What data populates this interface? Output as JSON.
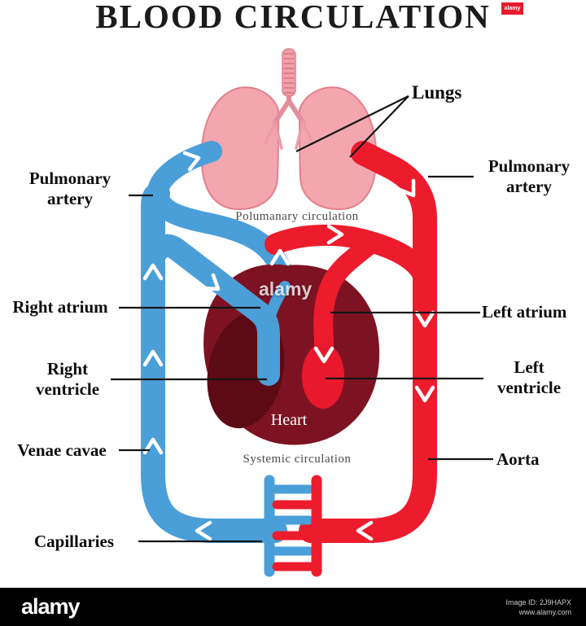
{
  "title": "BLOOD CIRCULATION",
  "diagram": {
    "labels": {
      "lungs": "Lungs",
      "pulmonary_artery_left": "Pulmonary artery",
      "pulmonary_artery_right": "Pulmonary artery",
      "pulmonary_circulation": "Polumanary circulation",
      "right_atrium": "Right atrium",
      "left_atrium": "Left atrium",
      "right_ventricle": "Right ventricle",
      "left_ventricle": "Left ventricle",
      "heart": "Heart",
      "venae_cavae": "Venae cavae",
      "systemic_circulation": "Systemic circulation",
      "aorta": "Aorta",
      "capillaries": "Capillaries"
    },
    "colors": {
      "vein_blue": "#4A9FD8",
      "artery_red": "#EC1C2D",
      "heart_dark": "#7D1322",
      "heart_inner": "#5C0A16",
      "lung_pink": "#F4A6AF",
      "lung_outline": "#E2808D",
      "label_text": "#0D0D0D",
      "caption_text": "#4A4A4A"
    }
  },
  "watermark": {
    "center_text": "alamy",
    "badge_text": "alamy"
  },
  "footer": {
    "logo": "alamy",
    "image_id": "Image ID: 2J9HAPX",
    "url": "www.alamy.com"
  }
}
